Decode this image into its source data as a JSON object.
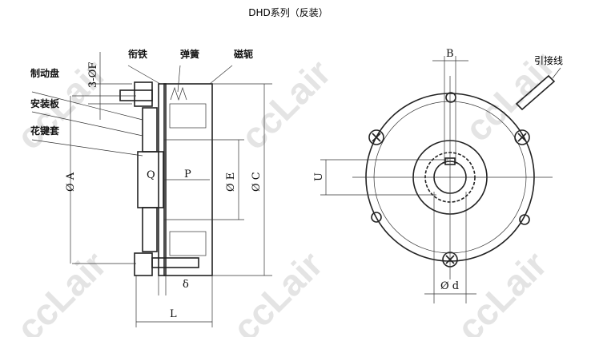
{
  "title": "DHD系列（反装）",
  "watermark": "ccLair",
  "parts": {
    "armature": "衔铁",
    "spring": "弹簧",
    "yoke": "磁轭",
    "brake_disc": "制动盘",
    "mounting_plate": "安装板",
    "spline_hub": "花键套",
    "lead_wire": "引接线"
  },
  "dims": {
    "F": "3-ØF",
    "A": "Ø A",
    "Q": "Q",
    "P": "P",
    "E": "Ø E",
    "C": "Ø C",
    "delta": "δ",
    "L": "L",
    "B": "B",
    "U": "U",
    "d": "Ø d"
  }
}
